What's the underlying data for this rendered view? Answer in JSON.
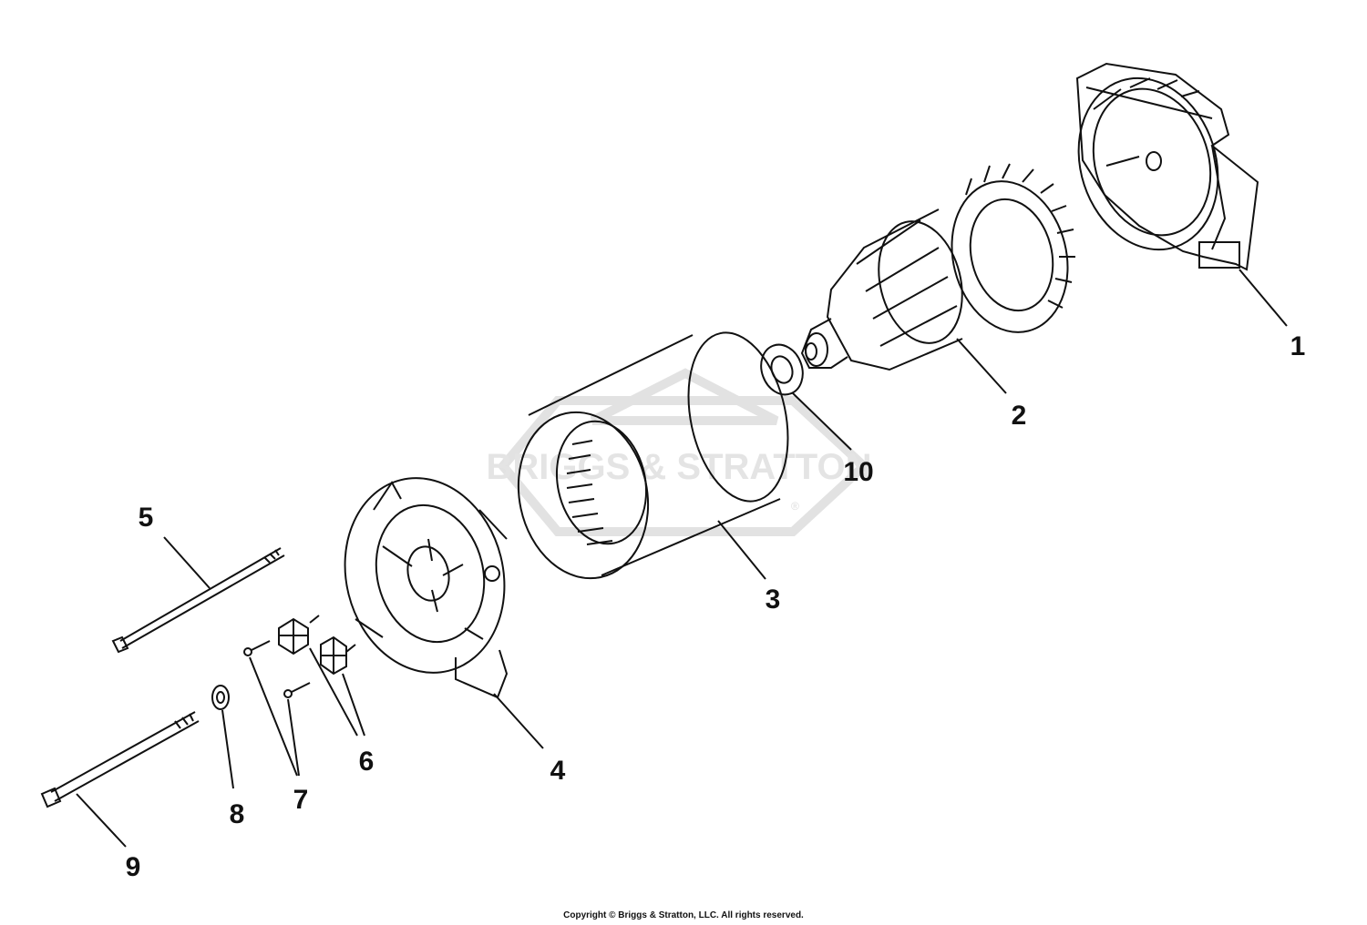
{
  "watermark": {
    "text": "BRIGGS & STRATTON",
    "registered": "®"
  },
  "callouts": [
    {
      "id": "1",
      "label": "1"
    },
    {
      "id": "2",
      "label": "2"
    },
    {
      "id": "3",
      "label": "3"
    },
    {
      "id": "4",
      "label": "4"
    },
    {
      "id": "5",
      "label": "5"
    },
    {
      "id": "6",
      "label": "6"
    },
    {
      "id": "7",
      "label": "7"
    },
    {
      "id": "8",
      "label": "8"
    },
    {
      "id": "9",
      "label": "9"
    },
    {
      "id": "10",
      "label": "10"
    }
  ],
  "footer": {
    "copyright": "Copyright © Briggs & Stratton, LLC. All rights reserved."
  }
}
